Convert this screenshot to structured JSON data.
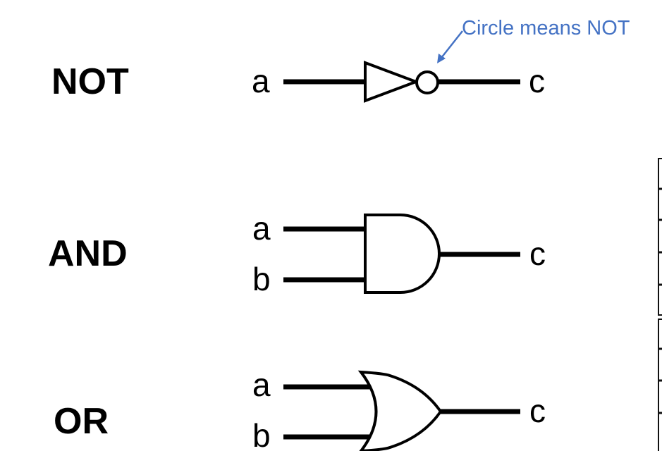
{
  "annotation": {
    "text": "Circle means NOT",
    "color": "#4472C4"
  },
  "gates": {
    "not": {
      "name": "NOT",
      "input": "a",
      "output": "c"
    },
    "and": {
      "name": "AND",
      "input_a": "a",
      "input_b": "b",
      "output": "c"
    },
    "or": {
      "name": "OR",
      "input_a": "a",
      "input_b": "b",
      "output": "c"
    }
  }
}
